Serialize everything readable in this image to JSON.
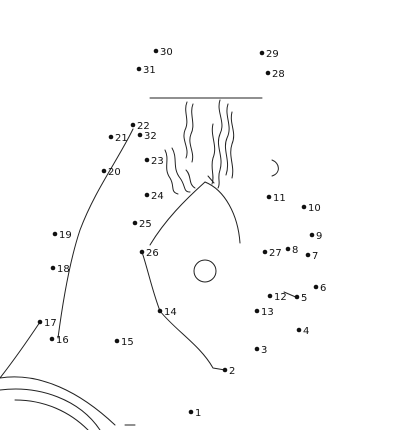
{
  "puzzle": {
    "ink_color": "#111111",
    "background_color": "#ffffff",
    "dots": [
      {
        "label": "1"
      },
      {
        "label": "2"
      },
      {
        "label": "3"
      },
      {
        "label": "4"
      },
      {
        "label": "5"
      },
      {
        "label": "6"
      },
      {
        "label": "7"
      },
      {
        "label": "8"
      },
      {
        "label": "9"
      },
      {
        "label": "10"
      },
      {
        "label": "11"
      },
      {
        "label": "12"
      },
      {
        "label": "13"
      },
      {
        "label": "14"
      },
      {
        "label": "15"
      },
      {
        "label": "16"
      },
      {
        "label": "17"
      },
      {
        "label": "18"
      },
      {
        "label": "19"
      },
      {
        "label": "20"
      },
      {
        "label": "21"
      },
      {
        "label": "22"
      },
      {
        "label": "23"
      },
      {
        "label": "24"
      },
      {
        "label": "25"
      },
      {
        "label": "26"
      },
      {
        "label": "27"
      },
      {
        "label": "28"
      },
      {
        "label": "29"
      },
      {
        "label": "30"
      },
      {
        "label": "31"
      },
      {
        "label": "32"
      }
    ]
  }
}
